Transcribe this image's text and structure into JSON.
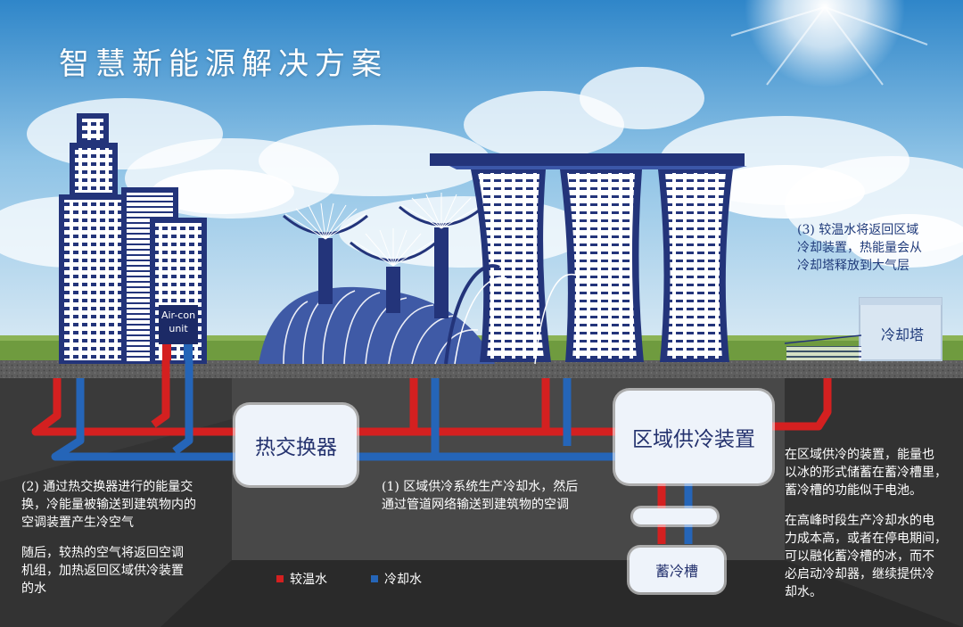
{
  "title": "智慧新能源解决方案",
  "labels": {
    "aircon": [
      "Air-con",
      "unit"
    ],
    "heat_exchanger": "热交换器",
    "district_cooling": "区域供冷装置",
    "cooling_tower": "冷却塔",
    "storage_tank": "蓄冷槽"
  },
  "notes": {
    "step1": [
      "(1) 区域供冷系统生产冷却水，然后",
      "通过管道网络输送到建筑物的空调"
    ],
    "step2": [
      "(2) 通过热交换器进行的能量交",
      "换，冷能量被输送到建筑物内的",
      "空调装置产生冷空气"
    ],
    "step2_after": [
      "随后，较热的空气将返回空调",
      "机组，加热返回区域供冷装置",
      "的水"
    ],
    "step3": [
      "(3) 较温水将返回区域",
      "冷却装置，热能量会从",
      "冷却塔释放到大气层"
    ],
    "storage_a": [
      "在区域供冷的装置，能量也",
      "以冰的形式储蓄在蓄冷槽里，",
      "蓄冷槽的功能似于电池。"
    ],
    "storage_b": [
      "在高峰时段生产冷却水的电",
      "力成本高，或者在停电期间，",
      "可以融化蓄冷槽的冰，而不",
      "必启动冷却器，继续提供冷",
      "却水。"
    ]
  },
  "legend": [
    {
      "label": "较温水",
      "color": "#d42020"
    },
    {
      "label": "冷却水",
      "color": "#2565b8"
    }
  ],
  "colors": {
    "warm_pipe": "#d42020",
    "cool_pipe": "#2565b8",
    "building_navy": "#23347a"
  }
}
